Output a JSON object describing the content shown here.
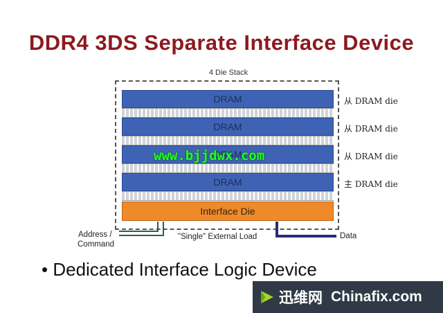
{
  "title": "DDR4 3DS Separate Interface Device",
  "stack_label": "4 Die Stack",
  "dies": [
    {
      "label": "DRAM",
      "role": "从 DRAM die"
    },
    {
      "label": "DRAM",
      "role": "从 DRAM die"
    },
    {
      "label": "DRAM",
      "role": "从 DRAM die"
    },
    {
      "label": "DRAM",
      "role": "主 DRAM die"
    }
  ],
  "interface_die": "Interface Die",
  "address_label": "Address /",
  "command_label": "Command",
  "load_label": "\"Single\" External Load",
  "data_label": "Data",
  "watermark": "www.bjjdwx.com",
  "bullet": "• Dedicated Interface Logic Device",
  "brand": {
    "cn": "迅维网",
    "en": "Chinafix.com"
  },
  "colors": {
    "title": "#8c1a1f",
    "dram": "#3f63b4",
    "interface": "#ee8a2a",
    "watermark": "#22ff22",
    "data_line": "#2a2a7a"
  }
}
